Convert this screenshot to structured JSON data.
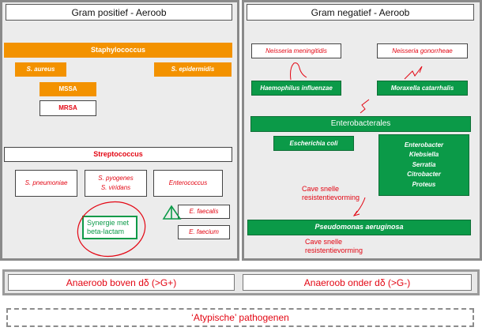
{
  "left": {
    "title": "Gram positief - Aeroob",
    "staphylococcus": "Staphylococcus",
    "s_aureus": "S. aureus",
    "s_epidermidis": "S. epidermidis",
    "mssa": "MSSA",
    "mrsa": "MRSA",
    "streptococcus": "Streptococcus",
    "s_pneumoniae": "S. pneumoniae",
    "s_pyogenes": "S. pyogenes",
    "s_viridans": "S. viridans",
    "enterococcus": "Enterococcus",
    "e_faecalis": "E. faecalis",
    "e_faecium": "E. faecium",
    "synergie_line1": "Synergie met",
    "synergie_line2": "beta-lactam"
  },
  "right": {
    "title": "Gram negatief - Aeroob",
    "neisseria_meningitidis": "Neisseria meningitidis",
    "neisseria_gonorrheae": "Neisseria gonorrheae",
    "haemophilus": "Haemophilus influenzae",
    "moraxella": "Moraxella catarrhalis",
    "enterobacterales": "Enterobacterales",
    "escherichia": "Escherichia coli",
    "enterobacter": "Enterobacter",
    "klebsiella": "Klebsiella",
    "serratia": "Serratia",
    "citrobacter": "Citrobacter",
    "proteus": "Proteus",
    "cave1_line1": "Cave snelle",
    "cave1_line2": "resistentievorming",
    "pseudomonas": "Pseudomonas aeruginosa",
    "cave2_line1": "Cave snelle",
    "cave2_line2": "resistentievorming"
  },
  "anaerobic": {
    "boven": "Anaeroob boven dδ (>G+)",
    "onder": "Anaeroob onder dδ (>G-)"
  },
  "atypical": "‘Atypische’ pathogenen",
  "colors": {
    "orange": "#f39200",
    "green": "#0b9a48",
    "red": "#e30613",
    "panel": "#ececec"
  }
}
